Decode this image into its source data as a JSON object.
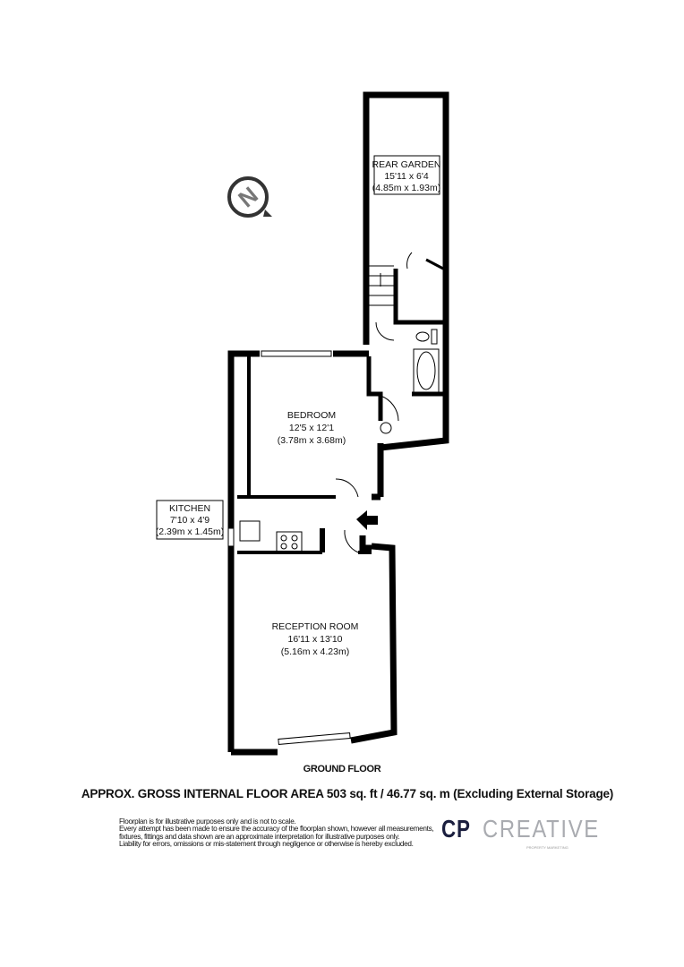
{
  "rooms": {
    "rear_garden": {
      "name": "REAR GARDEN",
      "imperial": "15'11 x 6'4",
      "metric": "(4.85m x 1.93m)"
    },
    "bedroom": {
      "name": "BEDROOM",
      "imperial": "12'5 x 12'1",
      "metric": "(3.78m x 3.68m)"
    },
    "kitchen": {
      "name": "KITCHEN",
      "imperial": "7'10 x 4'9",
      "metric": "(2.39m x 1.45m)"
    },
    "reception": {
      "name": "RECEPTION ROOM",
      "imperial": "16'11 x 13'10",
      "metric": "(5.16m x 4.23m)"
    }
  },
  "compass": {
    "letter": "N"
  },
  "floor_label": "GROUND FLOOR",
  "area_text": "APPROX. GROSS INTERNAL FLOOR AREA 503 sq. ft / 46.77 sq. m (Excluding External Storage)",
  "disclaimer": [
    "Floorplan is for illustrative purposes only and is not to scale.",
    "Every attempt has been made to ensure the accuracy of the floorplan shown, however all measurements,",
    "fixtures, fittings and data shown are an approximate interpretation for illustrative purposes only.",
    "Liability for errors, omissions or mis-statement through negligence or otherwise is hereby excluded."
  ],
  "logo": {
    "bold": "CP",
    "light": "CREATIVE",
    "tagline": "PROPERTY MARKETING"
  }
}
